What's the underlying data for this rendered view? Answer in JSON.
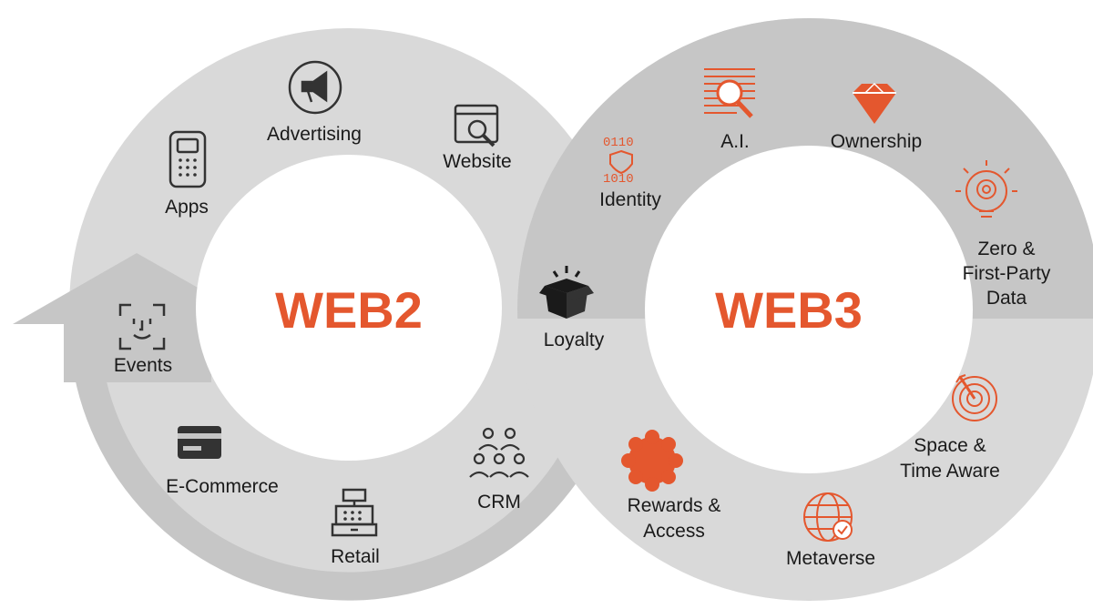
{
  "colors": {
    "accent": "#e4572e",
    "ring_light": "#d9d9d9",
    "ring_mid": "#c4c4c4",
    "ring_dark": "#b3b3b3",
    "icon_dark": "#333333",
    "text": "#1a1a1a"
  },
  "web2": {
    "title": "WEB2",
    "labels": {
      "apps": "Apps",
      "advertising": "Advertising",
      "website": "Website",
      "events": "Events",
      "ecommerce": "E-Commerce",
      "retail": "Retail",
      "crm": "CRM"
    }
  },
  "center": {
    "loyalty": "Loyalty"
  },
  "web3": {
    "title": "WEB3",
    "labels": {
      "identity": "Identity",
      "ai": "A.I.",
      "ownership": "Ownership",
      "zero_line1": "Zero &",
      "zero_line2": "First-Party",
      "zero_line3": "Data",
      "space_line1": "Space &",
      "space_line2": "Time Aware",
      "metaverse": "Metaverse",
      "rewards_line1": "Rewards &",
      "rewards_line2": "Access"
    }
  },
  "icons": {
    "identity": "binary-shield-icon",
    "ai": "magnifier-document-icon",
    "ownership": "gem-icon",
    "zero_first_party": "gear-bulb-icon",
    "space_time": "target-icon",
    "metaverse": "globe-check-icon",
    "rewards": "badge-icon",
    "loyalty": "open-box-icon",
    "apps": "phone-icon",
    "advertising": "megaphone-icon",
    "website": "browser-search-icon",
    "events": "face-id-icon",
    "ecommerce": "credit-card-icon",
    "retail": "cash-register-icon",
    "crm": "people-group-icon"
  }
}
